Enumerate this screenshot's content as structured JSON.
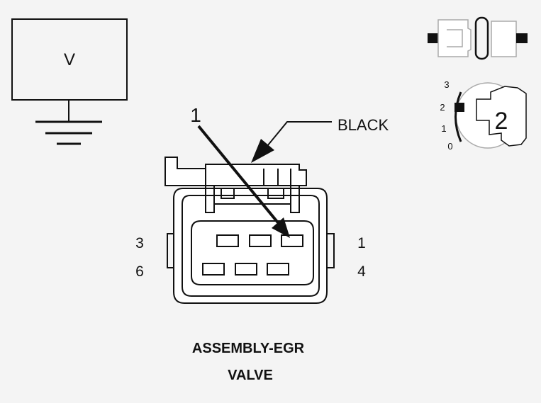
{
  "meter": {
    "symbol": "V"
  },
  "callout": {
    "number": "1",
    "color_label": "BLACK"
  },
  "pins": {
    "top_left": "3",
    "bottom_left": "6",
    "top_right": "1",
    "bottom_right": "4"
  },
  "ignition_key": {
    "positions": [
      "3",
      "2",
      "1",
      "0"
    ],
    "active_position": "2"
  },
  "caption": {
    "line1": "ASSEMBLY-EGR",
    "line2": "VALVE"
  },
  "colors": {
    "line": "#111111",
    "background": "#f4f4f4"
  }
}
